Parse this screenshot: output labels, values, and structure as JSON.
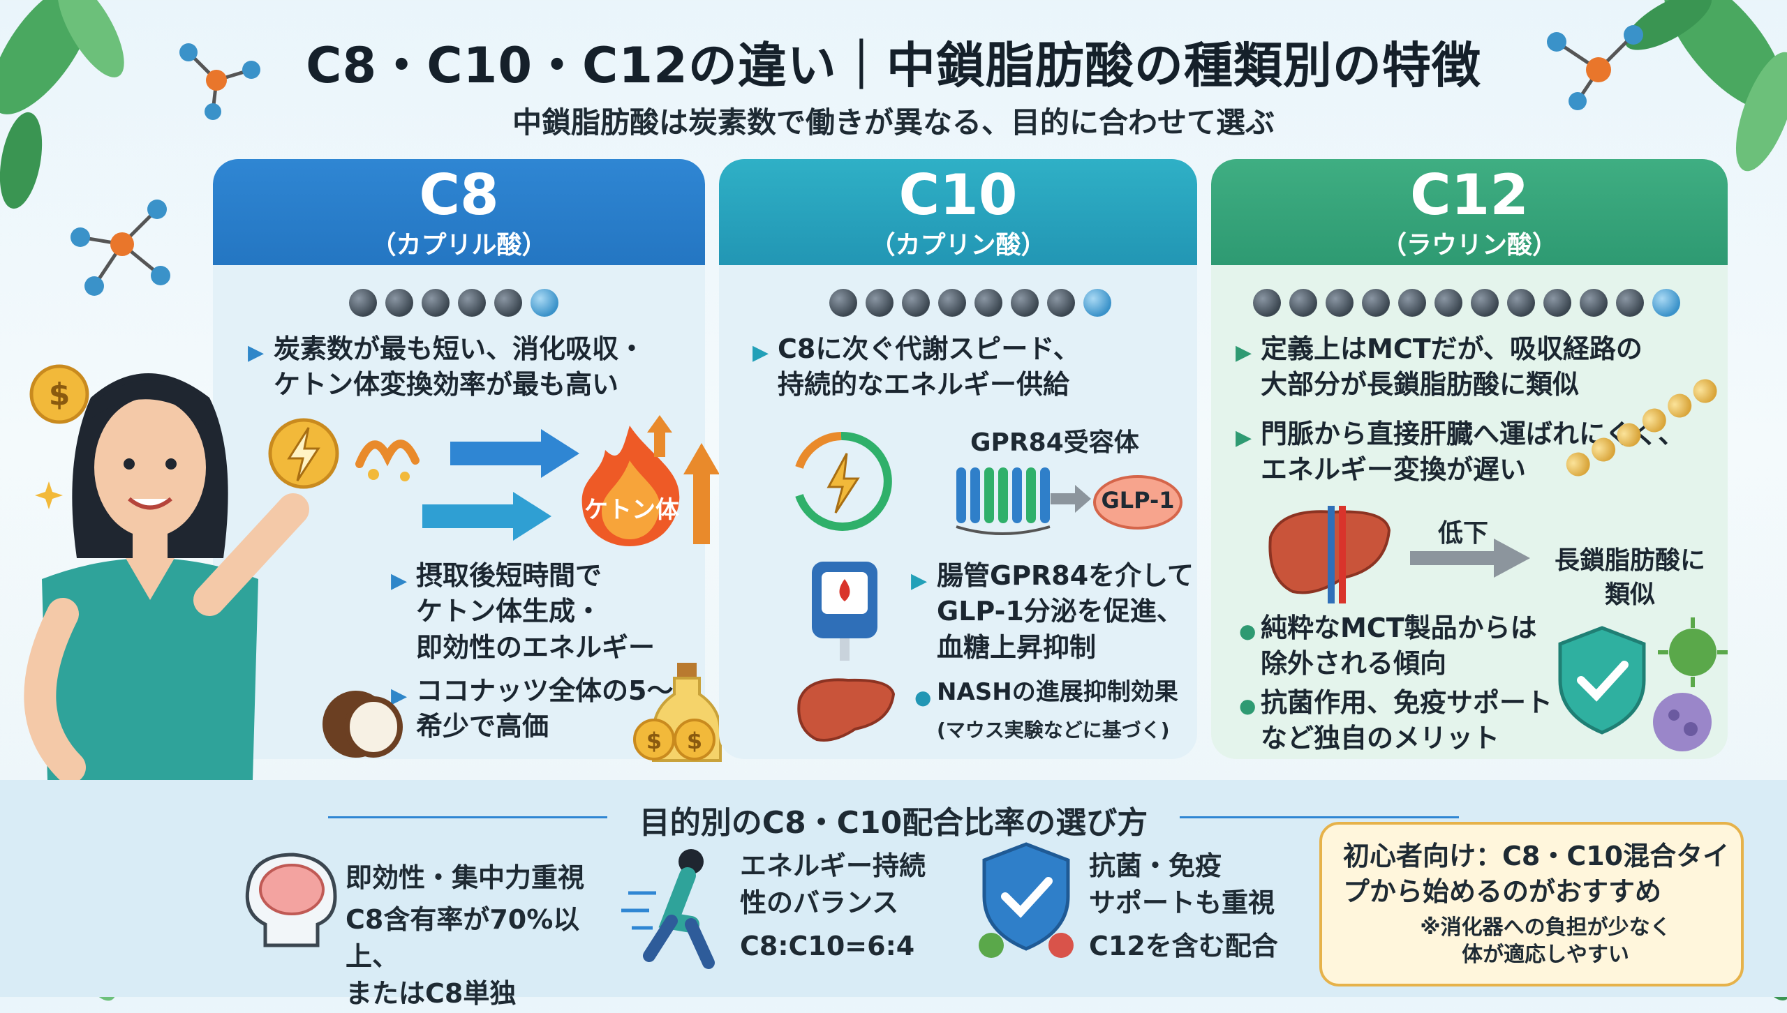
{
  "header": {
    "title": "C8・C10・C12の違い｜中鎖脂肪酸の種類別の特徴",
    "subtitle": "中鎖脂肪酸は炭素数で働きが異なる、目的に合わせて選ぶ"
  },
  "c8": {
    "name": "C8",
    "subname": "（カプリル酸）",
    "point1": [
      "炭素数が最も短い、消化吸収・",
      "ケトン体変換効率が最も高い"
    ],
    "ketone_label": "ケトン体",
    "point2": [
      "摂取後短時間で",
      "ケトン体生成・",
      "即効性のエネルギー"
    ],
    "point3": [
      "ココナッツ全体の5〜",
      "希少で高価"
    ],
    "colors": {
      "header": "#2476c2"
    }
  },
  "c10": {
    "name": "C10",
    "subname": "（カプリン酸）",
    "point1": [
      "C8に次ぐ代謝スピード、",
      "持続的なエネルギー供給"
    ],
    "receptor_label": "GPR84受容体",
    "hormone_label": "GLP-1",
    "point2": [
      "腸管GPR84を介して",
      "GLP-1分泌を促進、",
      "血糖上昇抑制"
    ],
    "point3": "NASHの進展抑制効果",
    "point3_note": "(マウス実験などに基づく)",
    "colors": {
      "header": "#2296b4"
    }
  },
  "c12": {
    "name": "C12",
    "subname": "（ラウリン酸）",
    "point1": [
      "定義上はMCTだが、吸収経路の",
      "大部分が長鎖脂肪酸に類似"
    ],
    "point2": [
      "門脈から直接肝臓へ運ばれにくく、",
      "エネルギー変換が遅い"
    ],
    "decrease_label": "低下",
    "similar_label": [
      "長鎖脂肪酸に",
      "類似"
    ],
    "point3": [
      "純粋なMCT製品からは",
      "除外される傾向"
    ],
    "point4": [
      "抗菌作用、免疫サポート",
      "など独自のメリット"
    ],
    "colors": {
      "header": "#2e9a72"
    }
  },
  "bottom": {
    "title": "目的別のC8・C10配合比率の選び方",
    "focus": {
      "heading": "即効性・集中力重視",
      "lines": [
        "C8含有率が70%以上、",
        "またはC8単独"
      ]
    },
    "balance": {
      "heading": [
        "エネルギー持続",
        "性のバランス"
      ],
      "ratio": "C8:C10=6:4"
    },
    "immune": {
      "heading": [
        "抗菌・免疫",
        "サポートも重視"
      ],
      "note": "C12を含む配合"
    },
    "tip": {
      "main": "初心者向け：C8・C10混合タイプから始めるのがおすすめ",
      "note": [
        "※消化器への負担が少なく",
        "体が適応しやすい"
      ]
    }
  },
  "icons": [
    "molecule-icon",
    "coin-icon",
    "lightning-icon",
    "fire-icon",
    "arrow-icon",
    "cycle-icon",
    "receptor-icon",
    "glucose-meter-icon",
    "liver-icon",
    "shield-check-icon",
    "virus-icon",
    "brain-icon",
    "runner-icon",
    "coconut-icon",
    "oil-bottle-icon",
    "leaf-icon",
    "woman-illustration"
  ]
}
